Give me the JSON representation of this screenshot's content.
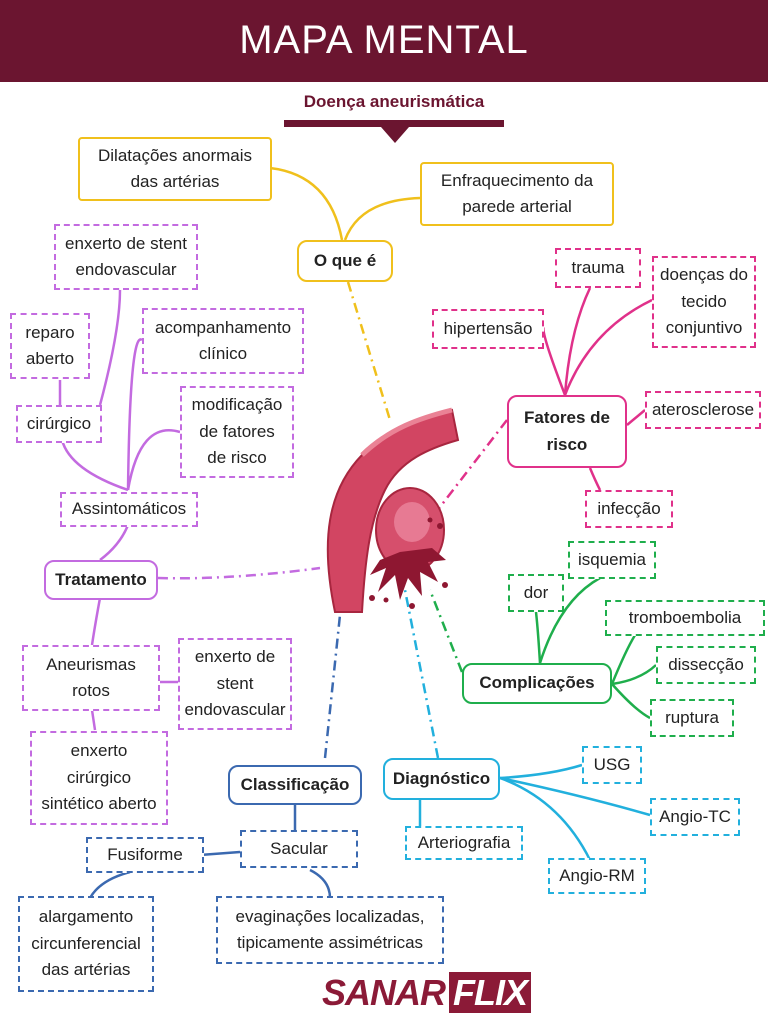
{
  "header": {
    "title": "MAPA MENTAL"
  },
  "subtitle": "Doença aneurismática",
  "brand": {
    "part1": "SANAR",
    "part2": "FLIX"
  },
  "colors": {
    "header": "#6b1530",
    "o_que_e": "#f0c01c",
    "fatores": "#e0318a",
    "tratamento": "#c36be0",
    "complicacoes": "#1fae4c",
    "diagnostico": "#22b0dd",
    "classificacao": "#3b69b0"
  },
  "o_que_e": {
    "label": "O que é",
    "items": [
      "Dilatações anormais das artérias",
      "Enfraquecimento da parede arterial"
    ]
  },
  "fatores": {
    "label": "Fatores de risco",
    "items": [
      "trauma",
      "doenças do tecido conjuntivo",
      "hipertensão",
      "aterosclerose",
      "infecção"
    ]
  },
  "tratamento": {
    "label": "Tratamento",
    "assintomaticos": "Assintomáticos",
    "cirurgico": "cirúrgico",
    "enxerto_stent": "enxerto de stent endovascular",
    "reparo_aberto": "reparo aberto",
    "acompanhamento": "acompanhamento clínico",
    "modificacao": "modificação de fatores de risco",
    "rotos": "Aneurismas rotos",
    "rotos_stent": "enxerto de stent endovascular",
    "enxerto_cirurgico": "enxerto cirúrgico sintético aberto"
  },
  "complicacoes": {
    "label": "Complicações",
    "items": [
      "isquemia",
      "dor",
      "tromboembolia",
      "dissecção",
      "ruptura"
    ]
  },
  "diagnostico": {
    "label": "Diagnóstico",
    "items": [
      "USG",
      "Angio-TC",
      "Arteriografia",
      "Angio-RM"
    ]
  },
  "classificacao": {
    "label": "Classificação",
    "sacular": "Sacular",
    "fusiforme": "Fusiforme",
    "sacular_desc": "evaginações localizadas, tipicamente assimétricas",
    "fusiforme_desc": "alargamento circunferencial das artérias"
  }
}
